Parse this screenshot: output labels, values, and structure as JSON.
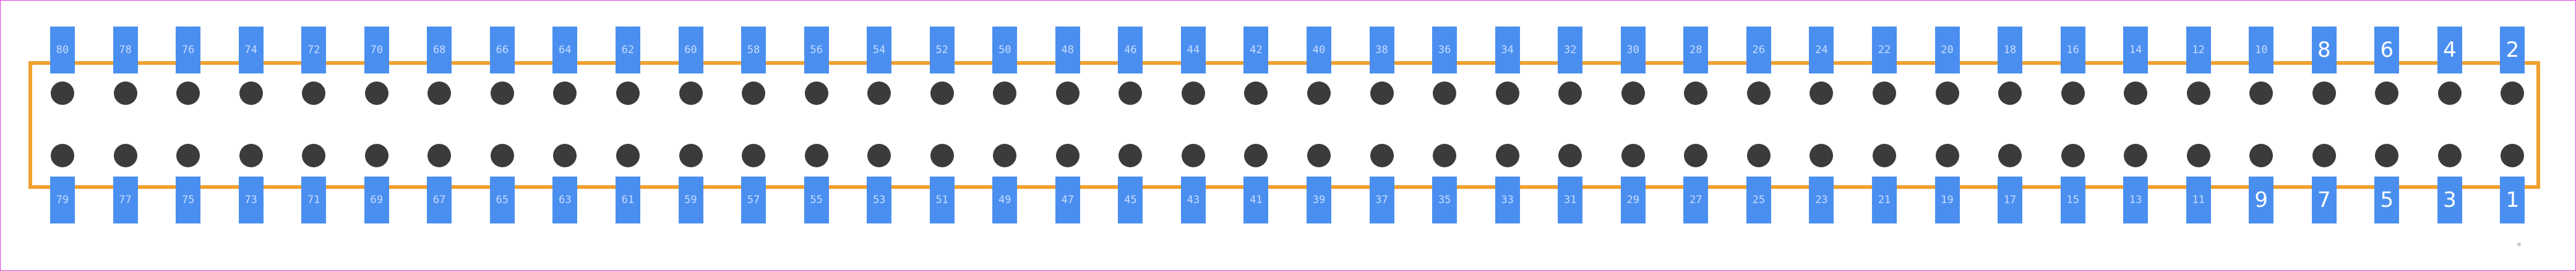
{
  "footprint": {
    "top_pins": [
      "80",
      "78",
      "76",
      "74",
      "72",
      "70",
      "68",
      "66",
      "64",
      "62",
      "60",
      "58",
      "56",
      "54",
      "52",
      "50",
      "48",
      "46",
      "44",
      "42",
      "40",
      "38",
      "36",
      "34",
      "32",
      "30",
      "28",
      "26",
      "24",
      "22",
      "20",
      "18",
      "16",
      "14",
      "12",
      "10",
      "8",
      "6",
      "4",
      "2"
    ],
    "bottom_pins": [
      "79",
      "77",
      "75",
      "73",
      "71",
      "69",
      "67",
      "65",
      "63",
      "61",
      "59",
      "57",
      "55",
      "53",
      "51",
      "49",
      "47",
      "45",
      "43",
      "41",
      "39",
      "37",
      "35",
      "33",
      "31",
      "29",
      "27",
      "25",
      "23",
      "21",
      "19",
      "17",
      "15",
      "13",
      "11",
      "9",
      "7",
      "5",
      "3",
      "1"
    ],
    "colors": {
      "pad": "#4a8ff0",
      "outline": "#f0a030",
      "drill": "#3b3b3b",
      "border": "#e040e0"
    }
  }
}
